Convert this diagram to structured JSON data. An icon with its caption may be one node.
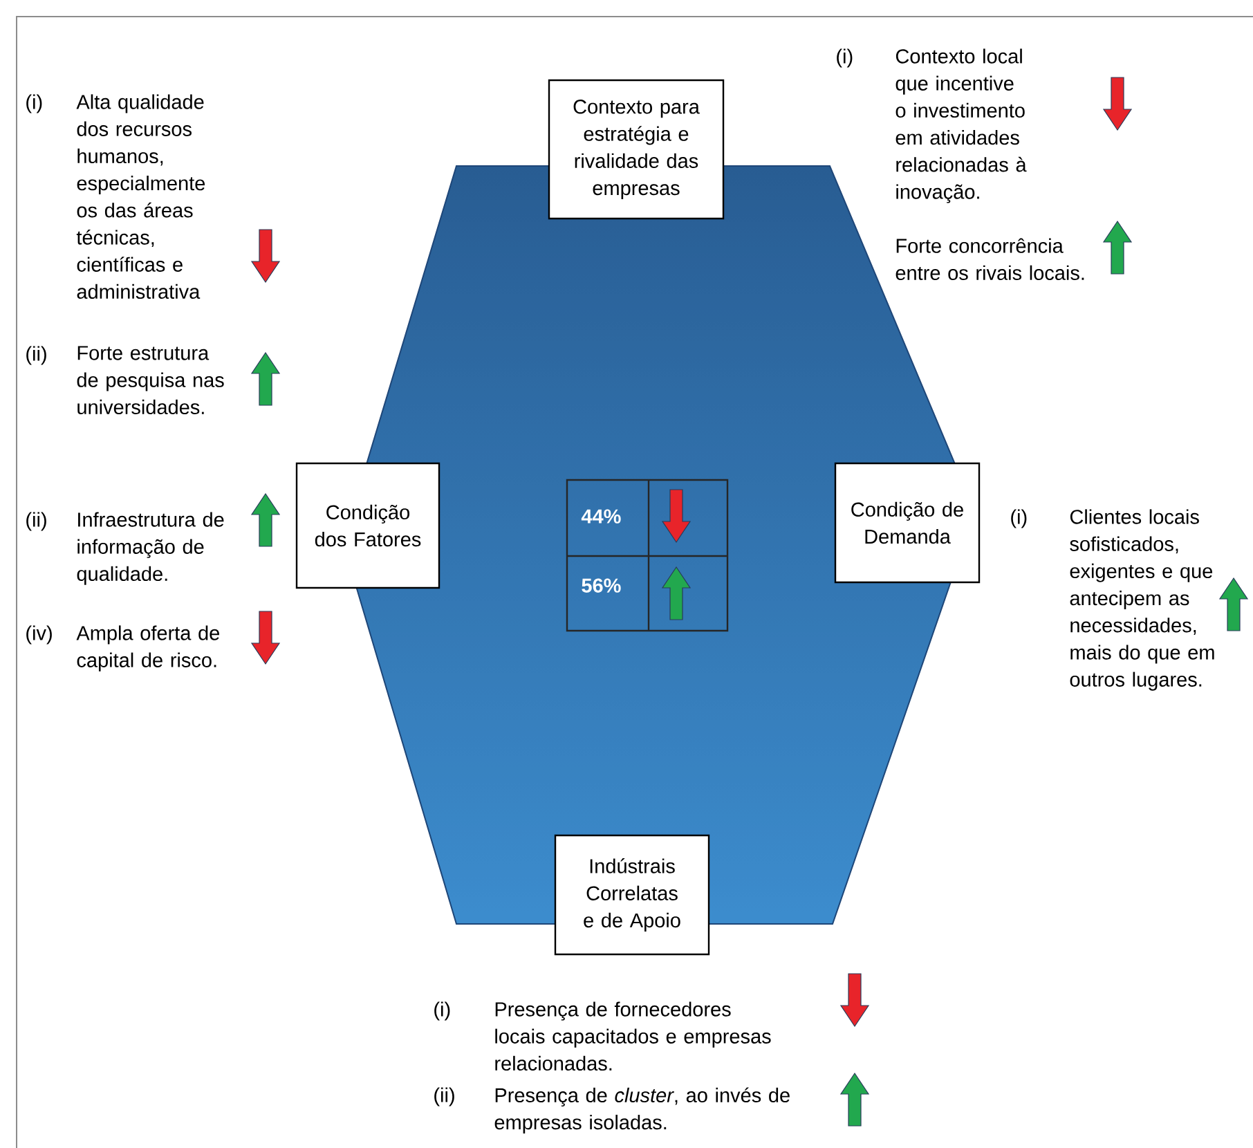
{
  "diagram": {
    "nodes": [
      {
        "text": [
          "Contexto para estratégia e rivalidade das empresas"
        ]
      },
      {
        "text": [
          "Condição dos Fatores"
        ]
      },
      {
        "text": [
          "Condição de Demanda"
        ]
      },
      {
        "text": [
          "Indústrais Correlatas e de Apoio"
        ]
      }
    ],
    "labels": [
      "(i)",
      "Alta qualidade dos recursos humanos, especialmente os das áreas técnicas, científicas e administrativa",
      "(ii)",
      "Forte estrutura de pesquisa nas universidades.",
      "(ii)",
      "Infraestrutura de informação de qualidade.",
      "(iv)",
      "Ampla oferta de capital de risco.",
      "(i)",
      "Contexto local que incentive o investimento em atividades relacionadas à inovação.",
      "Forte concorrência entre os rivais locais.",
      "44%",
      "56%",
      "(i)",
      "Clientes locais sofisticados, exigentes e que antecipem as necessidades, mais do que em outros lugares.",
      "(i)",
      "Presença de fornecedores locais capacitados e empresas relacionadas.",
      "(ii)",
      "Presença de *cluster*, ao invés de empresas isoladas."
    ]
  }
}
